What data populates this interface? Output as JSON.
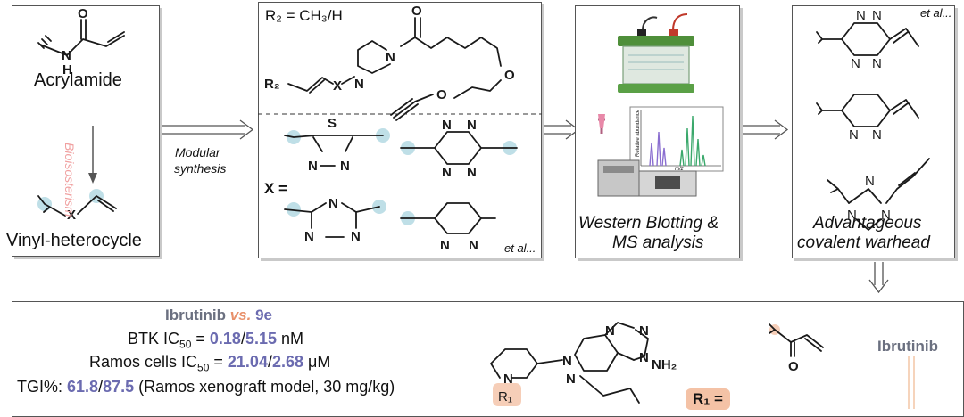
{
  "panel1": {
    "acrylamide_label": "Acrylamide",
    "bioisosterism_label": "Bioisosterism",
    "vinyl_label": "Vinyl-heterocycle",
    "atoms": {
      "o": "O",
      "n": "N",
      "h": "H",
      "x": "X"
    }
  },
  "arrow1": {
    "line1": "Modular",
    "line2": "synthesis"
  },
  "panel2": {
    "r2_def": "R₂ = CH₃/H",
    "r2": "R₂",
    "x": "X",
    "x_eq": "X =",
    "etal": "et al...",
    "atoms": {
      "o": "O",
      "n": "N",
      "s": "S"
    }
  },
  "panel3": {
    "line1": "Western Blotting &",
    "line2": "MS analysis",
    "ms_ylabel": "Relative abundance",
    "ms_xlabel": "m/z"
  },
  "panel4": {
    "etal": "et al...",
    "line1": "Advantageous",
    "line2": "covalent warhead",
    "atoms": {
      "n": "N"
    }
  },
  "panel5": {
    "title_a": "Ibrutinib",
    "title_vs": "vs.",
    "title_b": "9e",
    "btk_prefix": "BTK IC",
    "btk_sub": "50",
    "btk_eq": " = ",
    "btk_a": "0.18",
    "btk_b": "5.15",
    "btk_unit": " nM",
    "ramos_prefix": "Ramos cells IC",
    "ramos_sub": "50",
    "ramos_eq": " = ",
    "ramos_a": "21.04",
    "ramos_b": "2.68",
    "ramos_unit": " μM",
    "tgi_prefix": "TGI%: ",
    "tgi_a": "61.8",
    "tgi_b": "87.5",
    "tgi_suffix": " (Ramos xenograft model, 30 mg/kg)",
    "slash": "/",
    "nh2": "NH₂",
    "r1": "R₁",
    "r1_eq": "R₁ =",
    "ibrutinib_label": "Ibrutinib",
    "atoms": {
      "n": "N",
      "o": "O"
    }
  },
  "colors": {
    "border": "#555555",
    "shadow": "#c9c9c9",
    "highlight_blue": "#a9d4df",
    "highlight_orange": "#f4c2a6",
    "bioisosterism": "#f0a0a0",
    "value_purple": "#6b6bb0",
    "vs_orange": "#e8906a"
  }
}
